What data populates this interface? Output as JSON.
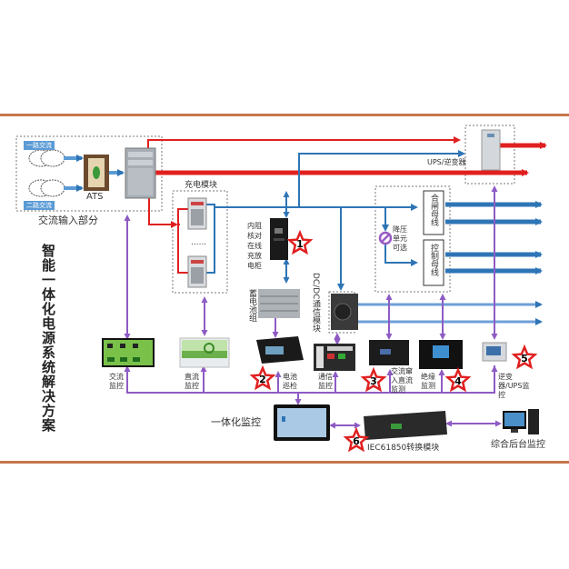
{
  "title": "智能一体化电源系统解决方案",
  "colors": {
    "ac_line": "#e02020",
    "dc_line": "#2e75b6",
    "comm_line": "#8e5bc4",
    "rule": "#c8764a",
    "star": "#e02020",
    "tag_bg": "#5b9bd5"
  },
  "ac_input": {
    "section_label": "交流输入部分",
    "source_1": "一路交流",
    "source_2": "二路交流",
    "ats_label": "ATS"
  },
  "charger": {
    "label": "充电模块",
    "ellipsis": "......"
  },
  "ups": {
    "label": "UPS/逆变器"
  },
  "bus": {
    "closing_bus": "合闸母线",
    "control_bus": "控制母线",
    "step_down": "降压单元可选"
  },
  "devices": {
    "discharge_cabinet": "内阻核对在线充放电柜",
    "battery_bank": "蓄电池组",
    "dcdc_module": "DC/DC通信模块",
    "ac_monitor": "交流监控",
    "dc_monitor": "直流监控",
    "battery_inspection": "电池巡检",
    "comm_monitor": "通信监控",
    "ac_insulation_monitor": "交流窜入直流监测",
    "insulation_monitor": "绝缘监测",
    "inverter_ups_monitor": "逆变器/UPS监控",
    "integrated_monitor": "一体化监控",
    "iec_module": "IEC61850转换模块",
    "backend_monitor": "综合后台监控"
  },
  "badges": [
    "1",
    "2",
    "3",
    "4",
    "5",
    "6"
  ]
}
